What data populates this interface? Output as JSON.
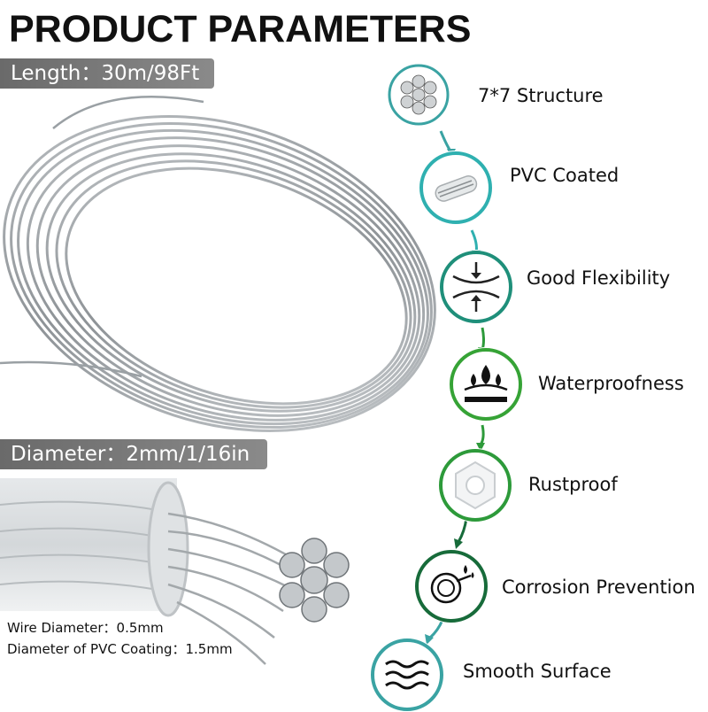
{
  "title": "PRODUCT PARAMETERS",
  "length_tag": "Length：30m/98Ft",
  "diameter_tag": "Diameter：2mm/1/16in",
  "specs": {
    "wire_diameter": "Wire Diameter：0.5mm",
    "pvc_coating": "Diameter of PVC Coating：1.5mm"
  },
  "features": [
    {
      "label": "7*7 Structure",
      "icon": "wire-strand-cross-section-icon",
      "ring_color": "#3aa3a3"
    },
    {
      "label": "PVC Coated",
      "icon": "coated-cable-icon",
      "ring_color": "#2fb0b0"
    },
    {
      "label": "Good Flexibility",
      "icon": "flexibility-arrows-icon",
      "ring_color": "#1f8f7a"
    },
    {
      "label": "Waterproofness",
      "icon": "water-drops-icon",
      "ring_color": "#36a336"
    },
    {
      "label": "Rustproof",
      "icon": "hex-nut-icon",
      "ring_color": "#2d9a3a"
    },
    {
      "label": "Corrosion Prevention",
      "icon": "pipe-protection-icon",
      "ring_color": "#176b3a"
    },
    {
      "label": "Smooth Surface",
      "icon": "wave-lines-icon",
      "ring_color": "#3aa3a3"
    }
  ]
}
